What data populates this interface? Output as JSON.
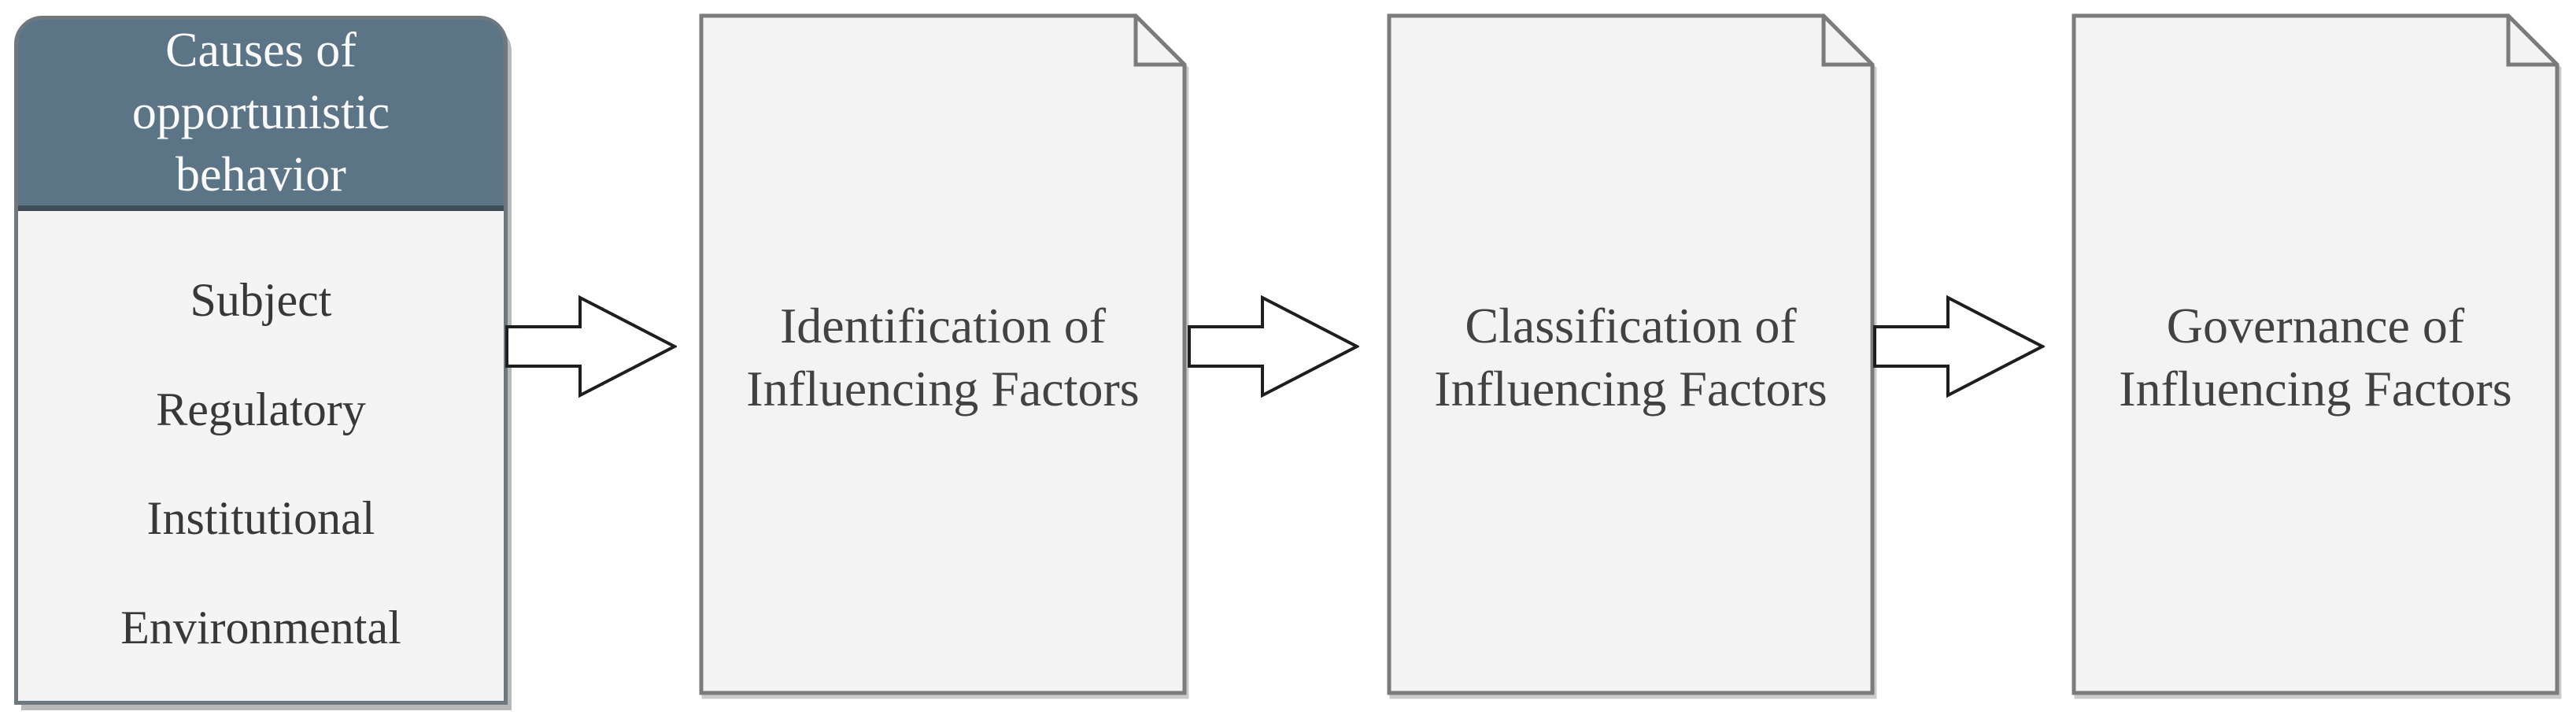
{
  "diagram": {
    "causes_box": {
      "header": "Causes of\nopportunistic\nbehavior",
      "items": [
        "Subject",
        "Regulatory",
        "Institutional",
        "Environmental"
      ]
    },
    "stages": [
      {
        "label": "Identification of\nInfluencing Factors"
      },
      {
        "label": "Classification of\nInfluencing Factors"
      },
      {
        "label": "Governance of\nInfluencing Factors"
      }
    ],
    "colors": {
      "header_fill": "#5B7486",
      "header_separator": "#3F4D58",
      "header_text": "#FAFAFA",
      "box_fill": "#F3F3F4",
      "box_border": "#7B7B7B",
      "arrow_fill": "#FFFFFF",
      "arrow_outline": "#1E1E1E",
      "body_text": "#424242"
    }
  }
}
